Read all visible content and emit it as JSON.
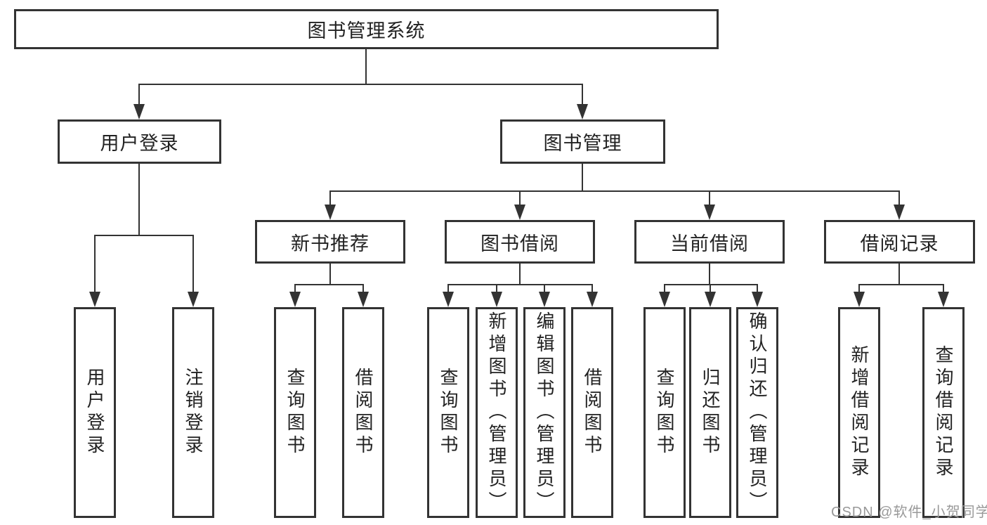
{
  "diagram": {
    "title": "图书管理系统",
    "colors": {
      "line": "#333333",
      "box_border": "#333333",
      "text": "#222222",
      "watermark": "#999999",
      "background": "#ffffff"
    },
    "tree": {
      "root": {
        "label": "图书管理系统"
      },
      "branches": [
        {
          "label": "用户登录",
          "children": [
            {
              "label": "用户登录"
            },
            {
              "label": "注销登录"
            }
          ]
        },
        {
          "label": "图书管理",
          "children": [
            {
              "label": "新书推荐",
              "children": [
                {
                  "label": "查询图书"
                },
                {
                  "label": "借阅图书"
                }
              ]
            },
            {
              "label": "图书借阅",
              "children": [
                {
                  "label": "查询图书"
                },
                {
                  "label": "新增图书（管理员）"
                },
                {
                  "label": "编辑图书（管理员）"
                },
                {
                  "label": "借阅图书"
                }
              ]
            },
            {
              "label": "当前借阅",
              "children": [
                {
                  "label": "查询图书"
                },
                {
                  "label": "归还图书"
                },
                {
                  "label": "确认归还（管理员）"
                }
              ]
            },
            {
              "label": "借阅记录",
              "children": [
                {
                  "label": "新增借阅记录"
                },
                {
                  "label": "查询借阅记录"
                }
              ]
            }
          ]
        }
      ]
    }
  },
  "watermark": {
    "text": "CSDN @软件_小贺同学"
  }
}
